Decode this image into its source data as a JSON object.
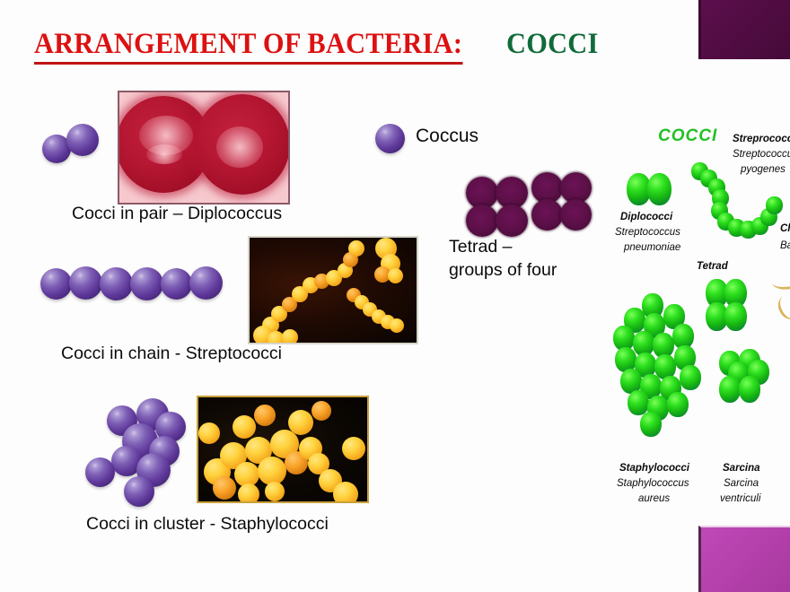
{
  "slide": {
    "title_main": "ARRANGEMENT OF BACTERIA:",
    "title_accent": "COCCI",
    "title_color": "#dd1111",
    "accent_color": "#116b3a",
    "background": "#ffffff"
  },
  "decorations": {
    "top_right_color": "#4e0c40",
    "bottom_right_color": "#b23fa9"
  },
  "left_column": {
    "diplococcus": {
      "caption": "Cocci in pair – Diplococcus",
      "diagram": "two-purple-spheres",
      "photo": "red-diplococcus-colony-micrograph"
    },
    "streptococci": {
      "caption": "Cocci in chain - Streptococci",
      "diagram": "six-purple-spheres-chain",
      "photo": "yellow-streptococcus-chain-micrograph"
    },
    "staphylococci": {
      "caption": "Cocci in cluster - Staphylococci",
      "diagram": "purple-sphere-grape-cluster",
      "photo": "golden-staphylococcus-cluster-micrograph"
    }
  },
  "center_column": {
    "coccus_label": "Coccus",
    "coccus_icon": "single-purple-sphere",
    "tetrad_line1": "Tetrad –",
    "tetrad_line2": "groups of four",
    "tetrad_icon": "two-dark-purple-tetrads"
  },
  "right_panel": {
    "heading": "COCCI",
    "heading_color": "#22c024",
    "items": [
      {
        "name": "Diplococci",
        "species_line1": "Streptococcus",
        "species_line2": "pneumoniae"
      },
      {
        "name": "Streprococci",
        "species_line1": "Streptococcus",
        "species_line2": "pyogenes"
      },
      {
        "name": "Tetrad",
        "species_line1": "",
        "species_line2": ""
      },
      {
        "name": "Staphylococci",
        "species_line1": "Staphylococcus",
        "species_line2": "aureus"
      },
      {
        "name": "Sarcina",
        "species_line1": "Sarcina",
        "species_line2": "ventriculi"
      }
    ],
    "cropped_labels": {
      "bold_partial": "Ch",
      "italic_partial": "Ba"
    }
  }
}
